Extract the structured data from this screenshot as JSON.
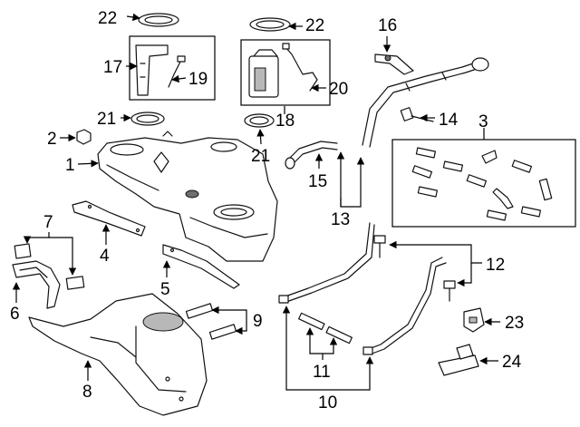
{
  "callouts": {
    "c1": "1",
    "c2": "2",
    "c3": "3",
    "c4": "4",
    "c5": "5",
    "c6": "6",
    "c7": "7",
    "c8": "8",
    "c9": "9",
    "c10": "10",
    "c11": "11",
    "c12": "12",
    "c13": "13",
    "c14": "14",
    "c15": "15",
    "c16": "16",
    "c17": "17",
    "c18": "18",
    "c19": "19",
    "c20": "20",
    "c21a": "21",
    "c21b": "21",
    "c22a": "22",
    "c22b": "22",
    "c23": "23",
    "c24": "24"
  }
}
